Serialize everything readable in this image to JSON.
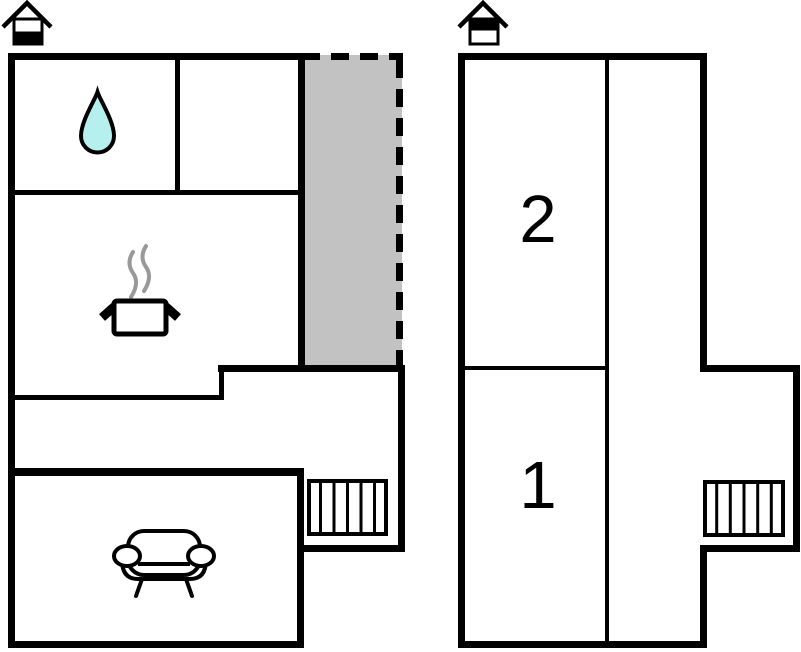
{
  "plan": {
    "type": "floor-plan",
    "background": "#ffffff",
    "colors": {
      "wall": "#000000",
      "terrace_fill": "#c2c2c2",
      "water_drop_fill": "#b6f0ee",
      "steam": "#999999",
      "room_fill": "#ffffff"
    },
    "left_building": {
      "level_icon": "house-ground-floor-icon",
      "icons": [
        "water-drop-icon",
        "cooking-pot-icon",
        "sofa-icon",
        "stairs-icon"
      ],
      "stairs_treads": 6,
      "terrace": {
        "border": "dashed"
      }
    },
    "right_building": {
      "level_icon": "house-upper-floor-icon",
      "rooms": [
        {
          "label": "2"
        },
        {
          "label": "1"
        }
      ],
      "icons": [
        "stairs-icon"
      ],
      "stairs_treads": 6
    }
  }
}
